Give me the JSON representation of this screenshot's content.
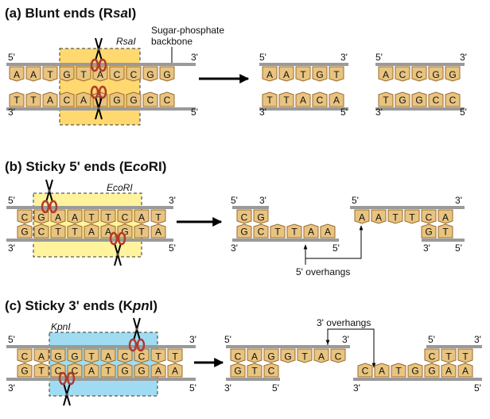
{
  "colors": {
    "backbone": "#9a9a9a",
    "base_fill": "#e8c480",
    "base_stroke": "#9b6a2c",
    "rsai_box": "#ffd970",
    "ecori_box": "#fff39e",
    "kpni_box": "#9fdcf2"
  },
  "icons": {
    "scissors": "scissors-icon",
    "arrow": "right-arrow-icon"
  },
  "panels": [
    {
      "title_pre": "(a) Blunt ends (R",
      "title_it": "sa",
      "title_post": "I)",
      "enzyme": "RsaI",
      "annotation_line1": "Sugar-phosphate",
      "annotation_line2": "backbone",
      "top_seq": "AATGTACCGG",
      "bottom_seq": "TTACATGGCC",
      "label_5": "5'",
      "label_3": "3'",
      "product1_top": "AATGT",
      "product1_bottom": "TTACA",
      "product2_top": "ACCGG",
      "product2_bottom": "TGGCC"
    },
    {
      "title_pre": "(b) Sticky 5' ends (E",
      "title_it": "co",
      "title_post": "RI)",
      "enzyme": "EcoRI",
      "top_seq": "CGAATTCAT",
      "bottom_seq": "GCTTAAGTA",
      "product1_top": "CG",
      "product1_bottom": "GCTTAA",
      "product2_top": "AATTCA",
      "product2_bottom": "GT",
      "overhang_label": "5' overhangs"
    },
    {
      "title_pre": "(c) Sticky 3' ends (K",
      "title_it": "pn",
      "title_post": "I)",
      "enzyme": "KpnI",
      "top_seq": "CAGGTACCTT",
      "bottom_seq": "GTCCATGGAA",
      "product1_top": "CAGGTAC",
      "product1_bottom": "GTC",
      "product2_top": "CTT",
      "product2_bottom": "CATGGAA",
      "overhang_label": "3' overhangs"
    }
  ]
}
